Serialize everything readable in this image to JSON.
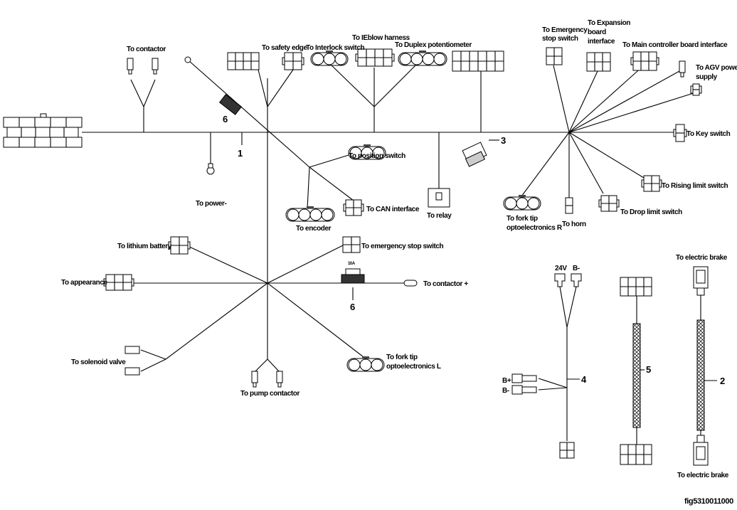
{
  "labels": {
    "contactor": "To contactor",
    "safety_edge": "To safety edge",
    "interlock": "To Interlock switch",
    "ieblow": "To IEblow harness",
    "duplex": "To Duplex potentiometer",
    "estop_top_1": "To Emergency",
    "estop_top_2": "stop switch",
    "expansion_1": "To Expansion",
    "expansion_2": "board",
    "expansion_3": "interface",
    "main_ctrl": "To Main controller board interface",
    "agv_1": "To AGV power",
    "agv_2": "supply",
    "key_switch": "To Key switch",
    "rising": "To Rising limit switch",
    "drop": "To Drop limit switch",
    "horn": "To horn",
    "forktip_r_1": "To fork tip",
    "forktip_r_2": "optoelectronics R",
    "relay": "To relay",
    "position": "To position switch",
    "can": "To CAN interface",
    "encoder": "To encoder",
    "power_minus": "To power-",
    "lithium": "To lithium battery",
    "appearance": "To appearance",
    "estop_low": "To emergency stop switch",
    "contactor_plus": "To contactor +",
    "forktip_l_1": "To fork tip",
    "forktip_l_2": "optoelectronics L",
    "solenoid": "To solenoid valve",
    "pump": "To pump contactor",
    "v24": "24V",
    "bminus_top": "B-",
    "bplus": "B+",
    "bminus": "B-",
    "brake_top": "To electric brake",
    "brake_bottom": "To electric brake",
    "fuse_rating": "10A",
    "figure_id": "fig5310011000"
  },
  "callouts": {
    "n1": "1",
    "n2": "2",
    "n3": "3",
    "n4": "4",
    "n5": "5",
    "n6a": "6",
    "n6b": "6"
  }
}
